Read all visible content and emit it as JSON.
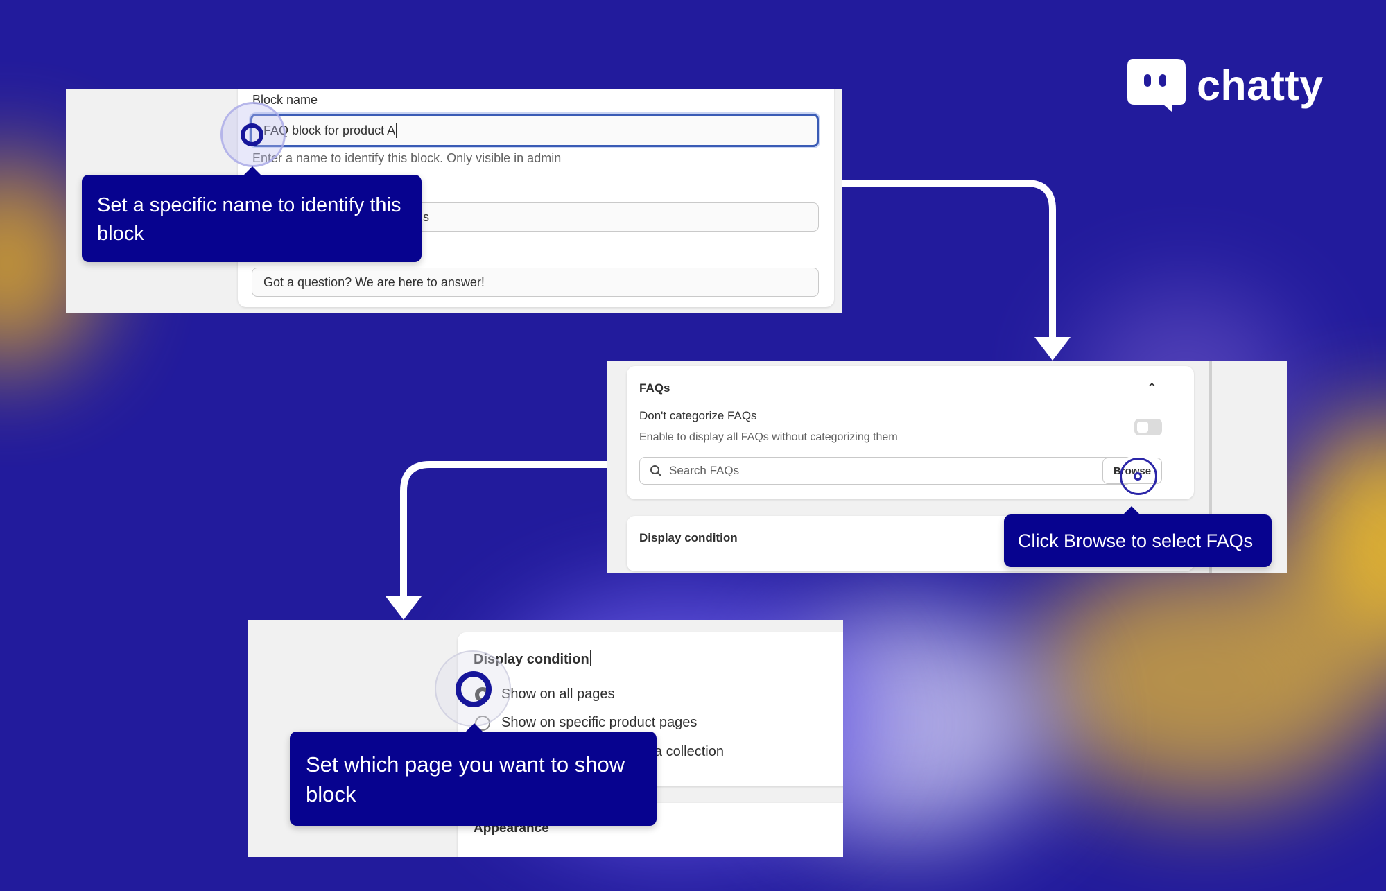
{
  "brand": {
    "name": "chatty",
    "icon": "chat-bubble-icon"
  },
  "panel_block_name": {
    "label": "Block name",
    "input_value": "FAQ block for product A",
    "help_text": "Enter a name to identify this block. Only visible in admin",
    "second_input_partial": "ns",
    "third_input_value": "Got a question? We are here to answer!",
    "tooltip": "Set a specific name to identify this block"
  },
  "panel_faqs": {
    "section_title": "FAQs",
    "toggle_label": "Don't categorize FAQs",
    "toggle_help": "Enable to display all FAQs without categorizing them",
    "search_placeholder": "Search FAQs",
    "browse_label": "Browse",
    "display_condition_title": "Display condition",
    "tooltip": "Click Browse to select FAQs"
  },
  "panel_display": {
    "title": "Display condition",
    "options": [
      "Show on all pages",
      "Show on specific product pages",
      "es of a collection"
    ],
    "next_section": "Appearance",
    "tooltip": "Set which page you want to show block"
  },
  "colors": {
    "background": "#221b9c",
    "tooltip": "#07038f",
    "highlight": "#1b1a8a",
    "accent_glow": "#f2c028"
  }
}
